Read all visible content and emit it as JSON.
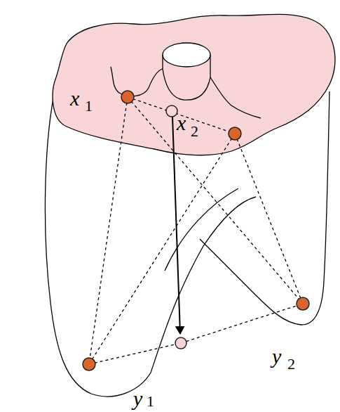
{
  "diagram": {
    "labels": [
      "x",
      "1",
      "x",
      "2",
      "y",
      "1",
      "y",
      "2"
    ]
  }
}
